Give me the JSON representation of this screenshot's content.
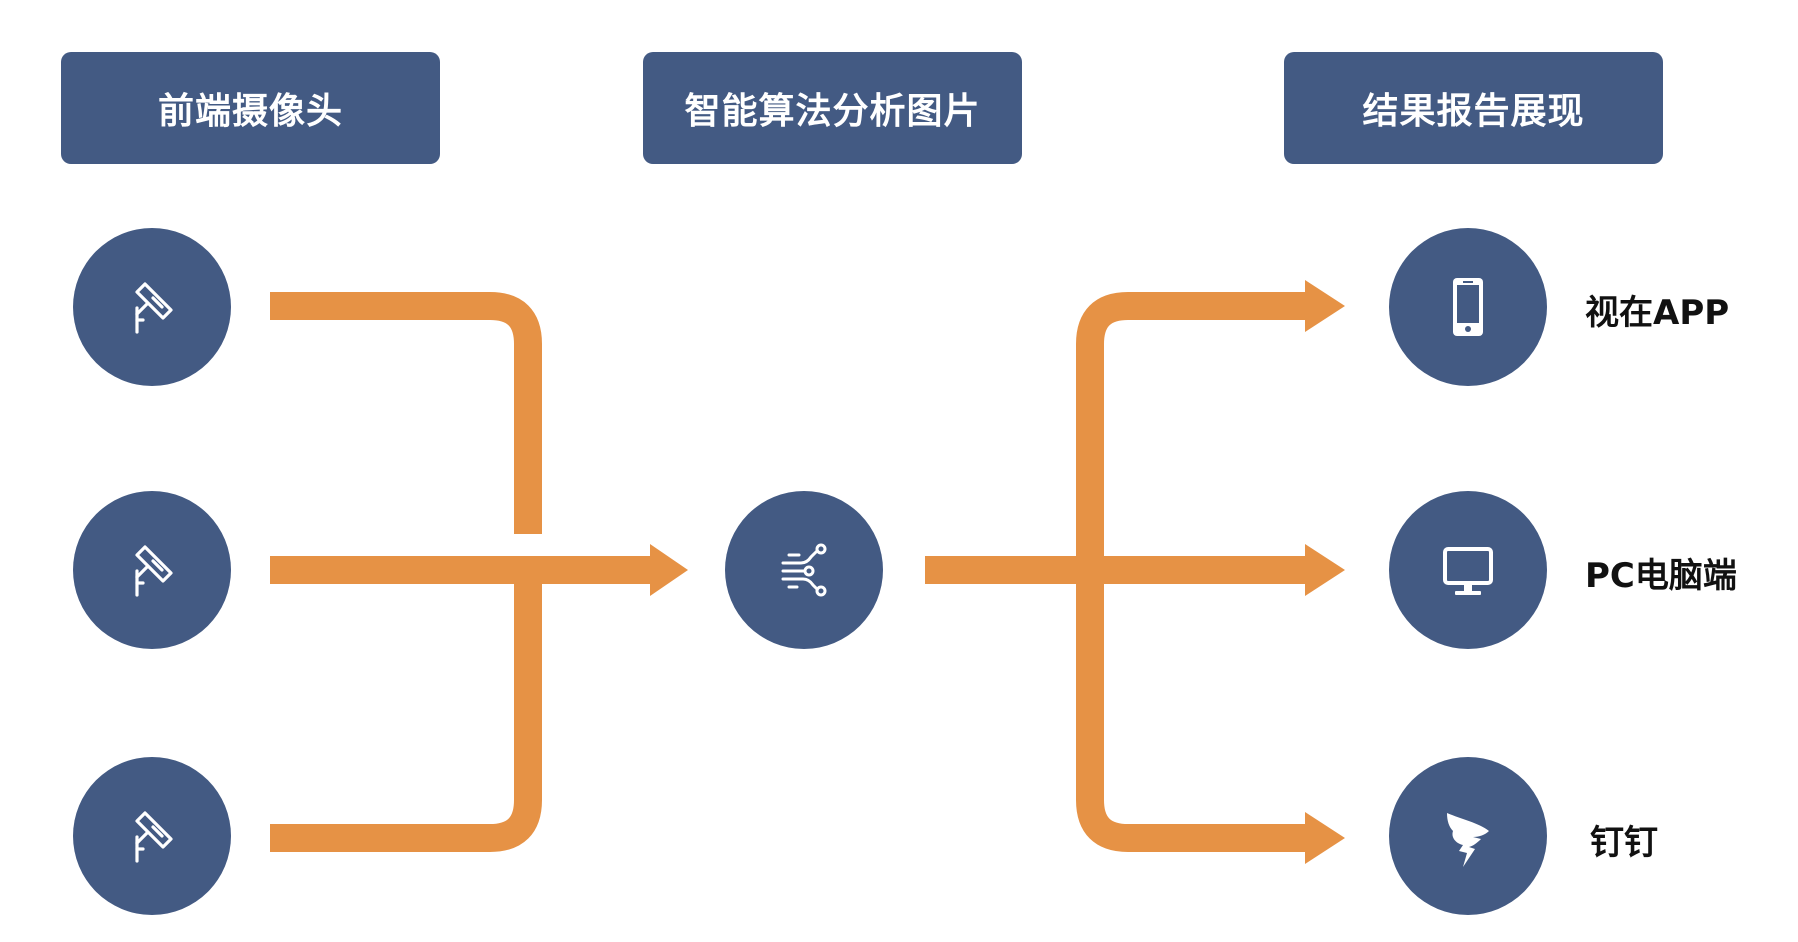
{
  "headers": {
    "capture": "前端摄像头",
    "analysis": "智能算法分析图片",
    "output": "结果报告展现"
  },
  "inputs": [
    {
      "icon": "camera-icon"
    },
    {
      "icon": "camera-icon"
    },
    {
      "icon": "camera-icon"
    }
  ],
  "processor": {
    "icon": "algorithm-circuit-icon"
  },
  "outputs": [
    {
      "icon": "smartphone-icon",
      "label": "视在APP"
    },
    {
      "icon": "monitor-icon",
      "label": "PC电脑端"
    },
    {
      "icon": "dingtalk-icon",
      "label": "钉钉"
    }
  ],
  "colors": {
    "node": "#435a83",
    "arrow": "#e69245",
    "header": "#435a83"
  }
}
